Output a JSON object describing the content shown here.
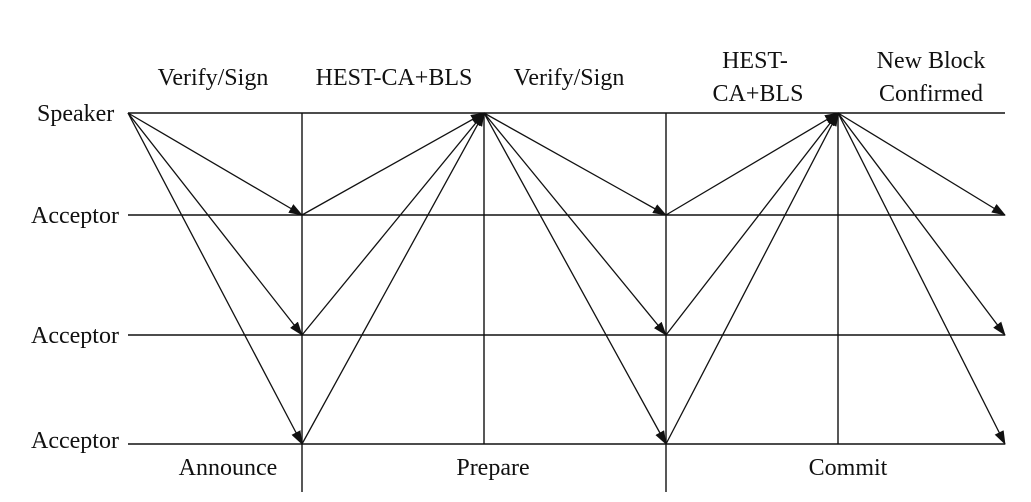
{
  "colors": {
    "ink": "#111111",
    "background": "#ffffff"
  },
  "nodes": {
    "speaker": "Speaker",
    "acceptors": [
      "Acceptor",
      "Acceptor",
      "Acceptor"
    ]
  },
  "top_labels": {
    "verify_sign_1": "Verify/Sign",
    "hest_ca_bls_1": "HEST-CA+BLS",
    "verify_sign_2": "Verify/Sign",
    "hest_ca_bls_2_line1": "HEST-",
    "hest_ca_bls_2_line2": "CA+BLS",
    "new_block_line1": "New Block",
    "new_block_line2": "Confirmed"
  },
  "phases": {
    "announce": "Announce",
    "prepare": "Prepare",
    "commit": "Commit"
  }
}
